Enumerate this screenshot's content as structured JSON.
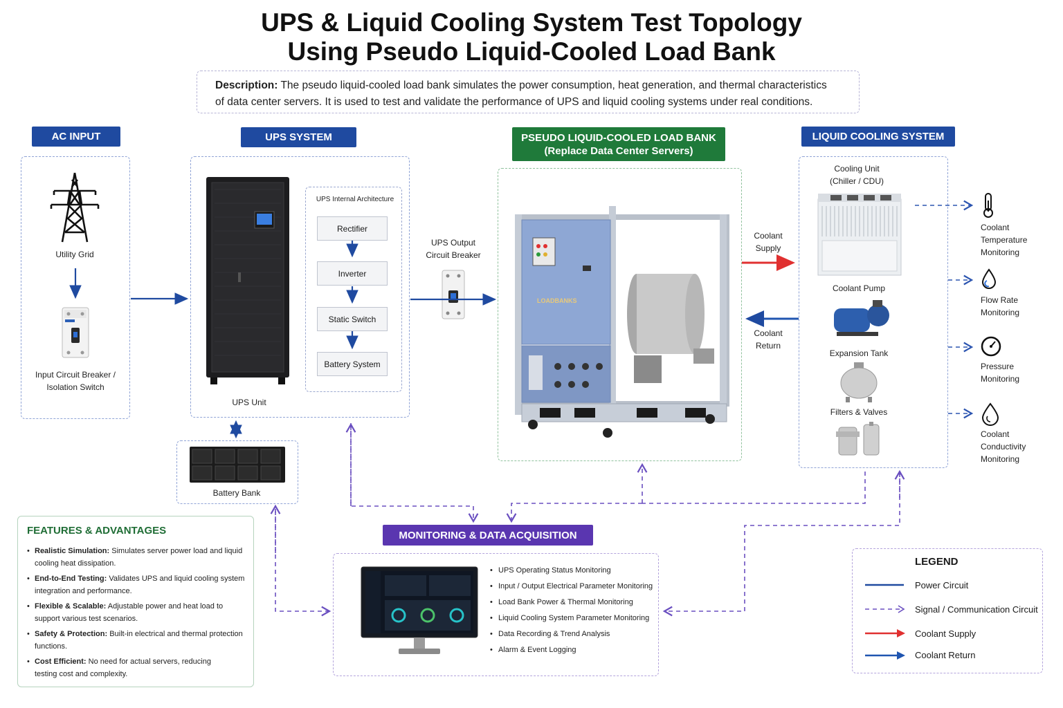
{
  "title": {
    "line1": "UPS & Liquid Cooling System Test Topology",
    "line2": "Using Pseudo Liquid-Cooled Load Bank"
  },
  "description": {
    "label": "Description:",
    "line1": "The pseudo liquid-cooled load bank simulates the power consumption, heat generation, and thermal characteristics",
    "line2": "of data center servers. It is used to test and validate the performance of UPS and liquid cooling systems under real conditions."
  },
  "sections": {
    "ac_input": "AC INPUT",
    "ups_system": "UPS SYSTEM",
    "load_bank_line1": "PSEUDO LIQUID-COOLED LOAD BANK",
    "load_bank_line2": "(Replace Data Center Servers)",
    "liquid_cooling": "LIQUID COOLING SYSTEM",
    "monitoring": "MONITORING & DATA ACQUISITION"
  },
  "ac_input": {
    "utility_grid": "Utility Grid",
    "breaker_line1": "Input Circuit Breaker /",
    "breaker_line2": "Isolation Switch"
  },
  "ups": {
    "unit": "UPS Unit",
    "internal_title": "UPS Internal Architecture",
    "steps": [
      "Rectifier",
      "Inverter",
      "Static Switch",
      "Battery System"
    ],
    "battery_bank": "Battery Bank",
    "output_breaker_line1": "UPS Output",
    "output_breaker_line2": "Circuit Breaker"
  },
  "load_bank": {
    "brand": "LOADBANKS"
  },
  "coolant_flow": {
    "supply_line1": "Coolant",
    "supply_line2": "Supply",
    "return_line1": "Coolant",
    "return_line2": "Return"
  },
  "cooling": {
    "unit_line1": "Cooling Unit",
    "unit_line2": "(Chiller / CDU)",
    "pump": "Coolant Pump",
    "tank": "Expansion Tank",
    "filters": "Filters & Valves"
  },
  "sensors": [
    {
      "icon": "thermometer-icon",
      "lines": [
        "Coolant",
        "Temperature",
        "Monitoring"
      ]
    },
    {
      "icon": "water-drop-icon",
      "lines": [
        "Flow Rate",
        "Monitoring"
      ]
    },
    {
      "icon": "pressure-gauge-icon",
      "lines": [
        "Pressure",
        "Monitoring"
      ]
    },
    {
      "icon": "conductivity-drop-icon",
      "lines": [
        "Coolant",
        "Conductivity",
        "Monitoring"
      ]
    }
  ],
  "features": {
    "title": "FEATURES & ADVANTAGES",
    "items": [
      {
        "bold": "Realistic Simulation:",
        "l1": " Simulates server power load and liquid",
        "l2": "cooling heat dissipation."
      },
      {
        "bold": "End-to-End Testing:",
        "l1": " Validates UPS and liquid cooling system",
        "l2": "integration and performance."
      },
      {
        "bold": "Flexible & Scalable:",
        "l1": " Adjustable power and heat load to",
        "l2": "support various test scenarios."
      },
      {
        "bold": "Safety & Protection:",
        "l1": " Built-in electrical and thermal protection",
        "l2": "functions."
      },
      {
        "bold": "Cost Efficient:",
        "l1": " No need for actual servers, reducing",
        "l2": "testing cost and complexity."
      }
    ]
  },
  "monitoring_items": [
    "UPS Operating Status Monitoring",
    "Input / Output Electrical Parameter Monitoring",
    "Load Bank Power & Thermal Monitoring",
    "Liquid Cooling System Parameter Monitoring",
    "Data Recording & Trend Analysis",
    "Alarm & Event Logging"
  ],
  "legend": {
    "title": "LEGEND",
    "power": "Power Circuit",
    "signal": "Signal / Communication Circuit",
    "supply": "Coolant Supply",
    "return": "Coolant Return"
  },
  "colors": {
    "power": "#1f4aa0",
    "signal": "#6a4fc0",
    "supply": "#e03030",
    "return": "#1f55b0",
    "header_blue": "#1f4aa0",
    "header_green": "#1f7a3a",
    "header_purple": "#5a36b0"
  }
}
